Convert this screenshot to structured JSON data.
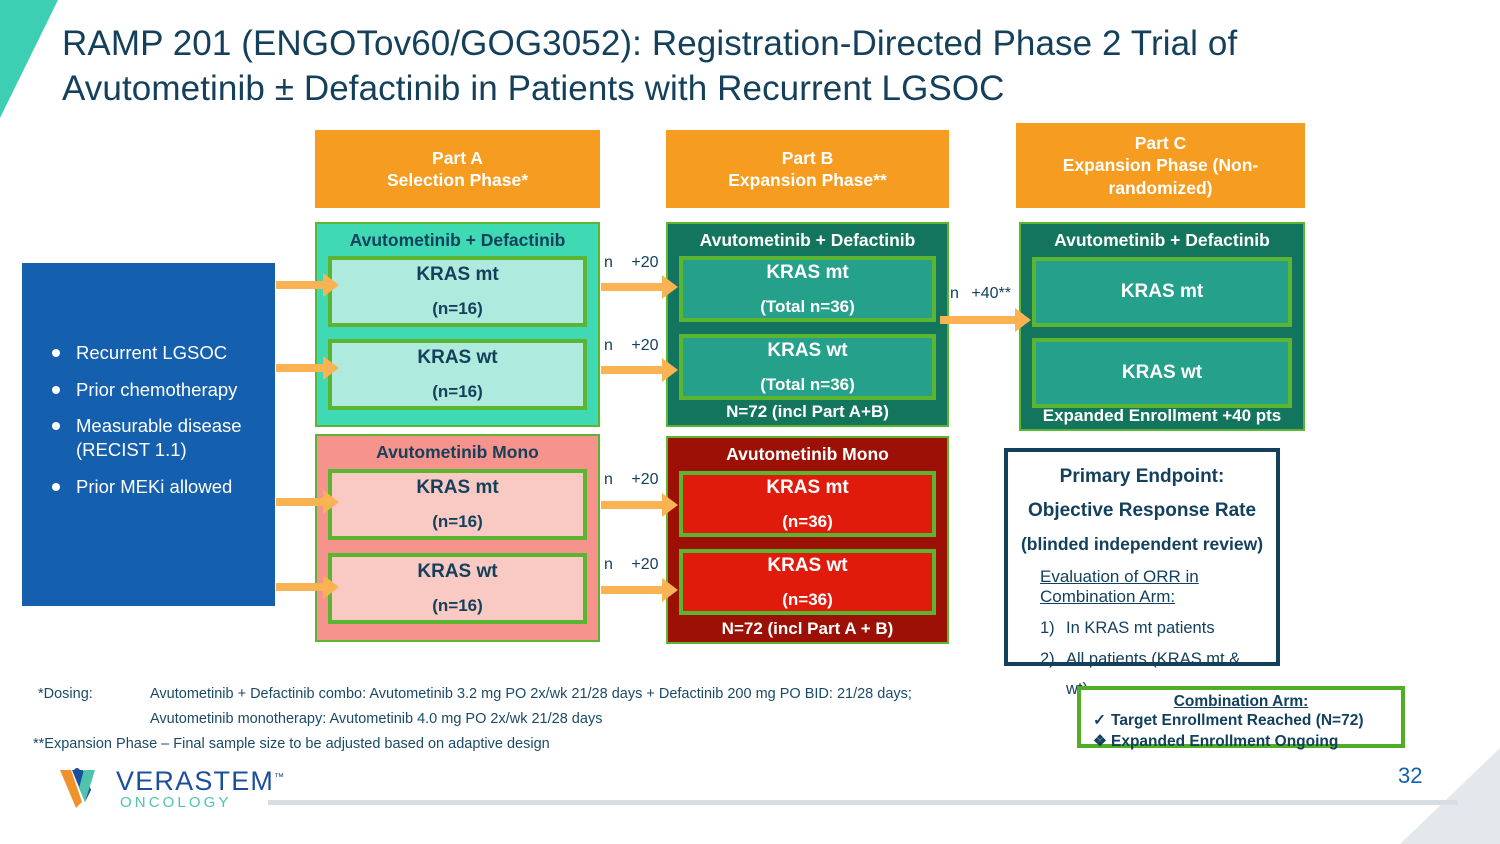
{
  "slide": {
    "title": "RAMP 201 (ENGOTov60/GOG3052): Registration-Directed Phase 2 Trial of Avutometinib ± Defactinib in Patients with Recurrent LGSOC",
    "page_number": "32"
  },
  "headers": {
    "partA": {
      "line1": "Part A",
      "line2": "Selection Phase*"
    },
    "partB": {
      "line1": "Part B",
      "line2": "Expansion Phase**"
    },
    "partC": {
      "line1": "Part C",
      "line2": "Expansion Phase (Non-randomized)"
    }
  },
  "eligibility": {
    "items": [
      "Recurrent LGSOC",
      "Prior chemotherapy",
      "Measurable disease (RECIST 1.1)",
      "Prior MEKi allowed"
    ]
  },
  "partA": {
    "combo": {
      "title": "Avutometinib + Defactinib",
      "cells": [
        {
          "gene": "KRAS mt",
          "n": "(n=16)"
        },
        {
          "gene": "KRAS wt",
          "n": "(n=16)"
        }
      ]
    },
    "mono": {
      "title": "Avutometinib Mono",
      "cells": [
        {
          "gene": "KRAS mt",
          "n": "(n=16)"
        },
        {
          "gene": "KRAS wt",
          "n": "(n=16)"
        }
      ]
    }
  },
  "partB": {
    "combo": {
      "title": "Avutometinib + Defactinib",
      "cells": [
        {
          "gene": "KRAS mt",
          "n": "(Total n=36)"
        },
        {
          "gene": "KRAS wt",
          "n": "(Total n=36)"
        }
      ],
      "footer": "N=72 (incl Part A+B)"
    },
    "mono": {
      "title": "Avutometinib Mono",
      "cells": [
        {
          "gene": "KRAS mt",
          "n": "(n=36)"
        },
        {
          "gene": "KRAS wt",
          "n": "(n=36)"
        }
      ],
      "footer": "N=72 (incl Part A + B)"
    }
  },
  "partC": {
    "combo": {
      "title": "Avutometinib + Defactinib",
      "cells": [
        {
          "gene": "KRAS mt",
          "n": ""
        },
        {
          "gene": "KRAS wt",
          "n": ""
        }
      ],
      "footer": "Expanded Enrollment +40 pts"
    }
  },
  "arrows": {
    "a_to_b": [
      {
        "n": "n",
        "delta": "+20"
      },
      {
        "n": "n",
        "delta": "+20"
      },
      {
        "n": "n",
        "delta": "+20"
      },
      {
        "n": "n",
        "delta": "+20"
      }
    ],
    "b_to_c": {
      "n": "n",
      "delta": "+40**"
    }
  },
  "endpoint": {
    "line1": "Primary Endpoint:",
    "line2": "Objective Response Rate",
    "line3": "(blinded independent review)",
    "eval_header": "Evaluation of ORR in Combination Arm:",
    "items": [
      {
        "num": "1)",
        "text": "In KRAS mt patients"
      },
      {
        "num": "2)",
        "text": "All patients (KRAS mt & wt)"
      }
    ]
  },
  "combination_arm": {
    "header": "Combination Arm:",
    "rows": [
      {
        "mark": "✓",
        "text": "Target Enrollment Reached (N=72)"
      },
      {
        "mark": "❖",
        "text": "Expanded Enrollment Ongoing"
      }
    ]
  },
  "footnotes": {
    "label": "*Dosing:",
    "line1": "Avutometinib + Defactinib combo: Avutometinib 3.2 mg PO 2x/wk 21/28 days + Defactinib 200 mg PO BID: 21/28 days;",
    "line2": "Avutometinib monotherapy: Avutometinib 4.0 mg PO 2x/wk 21/28 days",
    "line3": "**Expansion Phase – Final sample size to be adjusted based on adaptive design"
  },
  "logo": {
    "wordmark": "VERASTEM",
    "trademark": "™",
    "subtitle": "ONCOLOGY"
  },
  "colors": {
    "orange_header": "#f59c21",
    "blue_eligibility": "#1560ae",
    "teal_light": "#3fd9b4",
    "teal_dark": "#14755f",
    "salmon": "#f5938c",
    "red_dark": "#9c1006",
    "green_border": "#5cb531",
    "navy_text": "#13405c",
    "arrow": "#f9b352"
  }
}
